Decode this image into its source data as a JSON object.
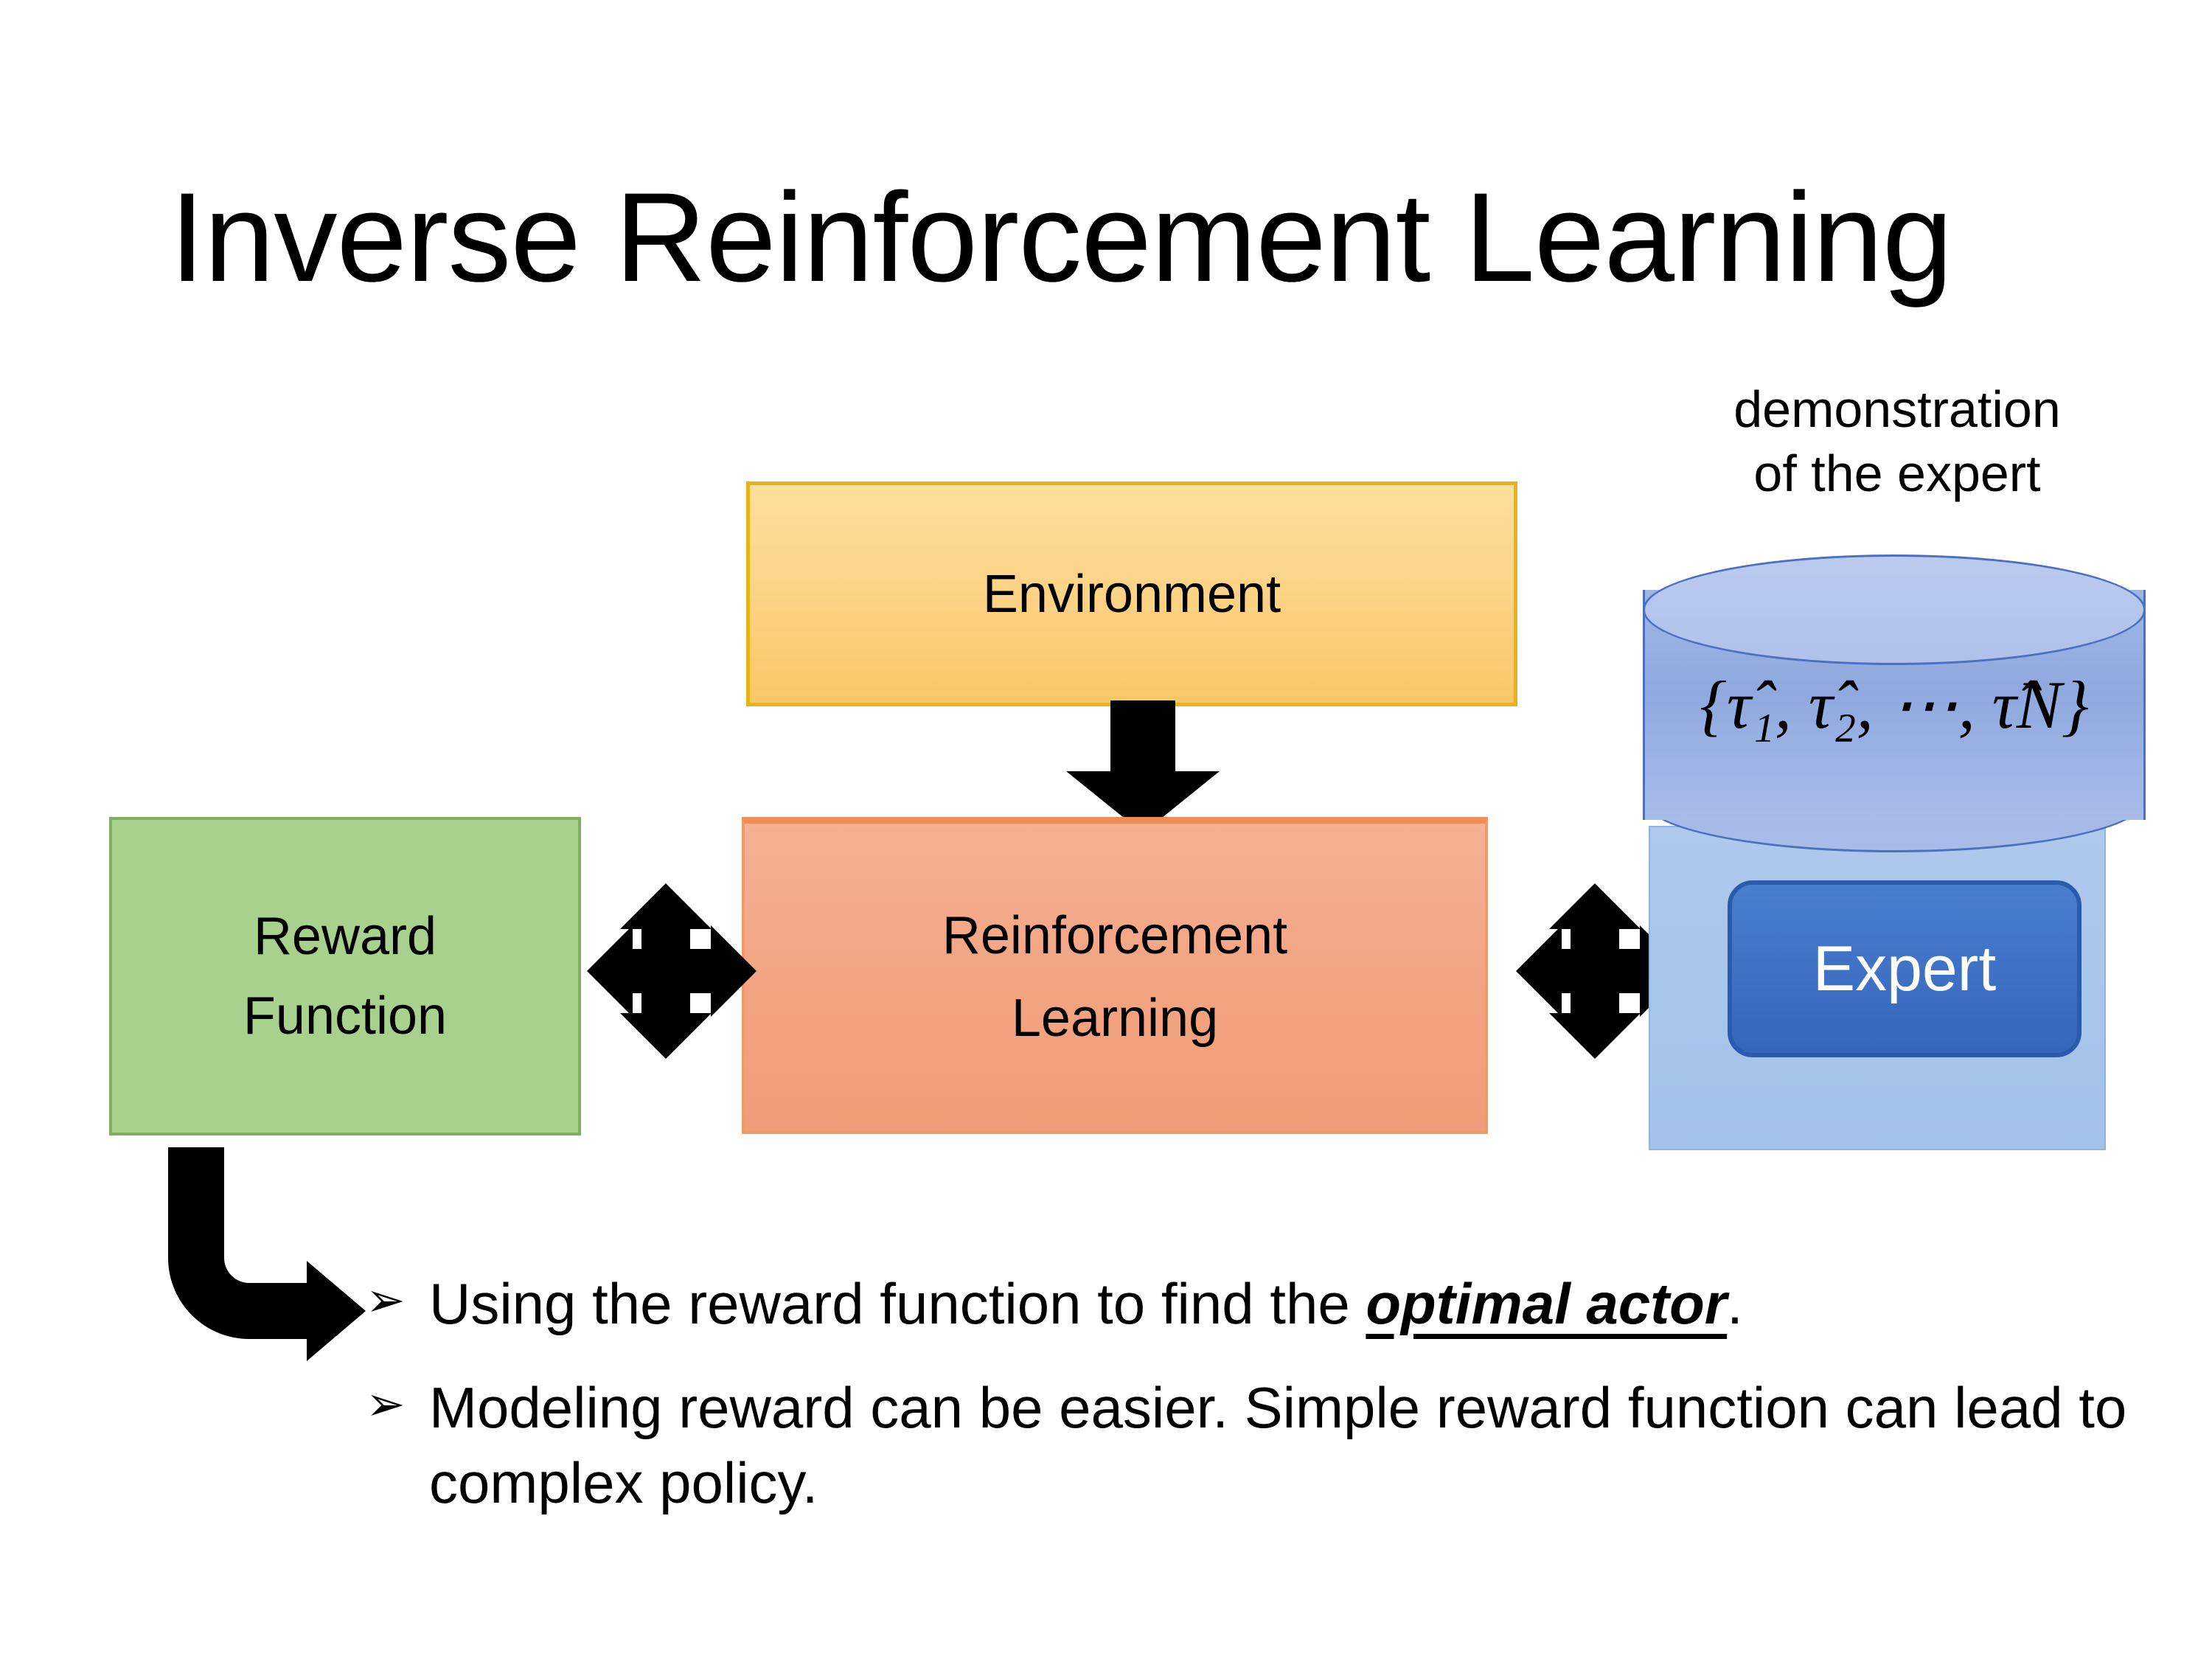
{
  "slide": {
    "title": "Inverse Reinforcement Learning",
    "background": "#FFFFFF"
  },
  "diagram": {
    "environment": {
      "label": "Environment",
      "fill": "#FBD283",
      "border": "#E8B317"
    },
    "reinforcement_learning": {
      "label_line1": "Reinforcement",
      "label_line2": "Learning",
      "fill": "#F3A583",
      "border": "#EE9A6A"
    },
    "reward_function": {
      "label_line1": "Reward",
      "label_line2": "Function",
      "fill": "#A9D18E",
      "border": "#7FAE62"
    },
    "expert": {
      "label": "Expert",
      "chip_fill": "#3D6FC4",
      "chip_text": "#FFFFFF",
      "panel_fill": "#A3C2EA"
    },
    "demonstration": {
      "caption_line1": "demonstration",
      "caption_line2": "of the expert",
      "set_notation": "{τ̂₁, τ̂₂, ⋯, τ̂N}",
      "cylinder_fill": "#8FA9DF",
      "cylinder_border": "#4D6FBF"
    },
    "arrows": {
      "environment_to_rl": "down-arrow",
      "reward_to_rl": "four-way-double-arrow",
      "rl_to_expert": "four-way-double-arrow",
      "reward_to_bullets": "bent-arrow-down-right",
      "color": "#000000"
    }
  },
  "bullets": [
    {
      "marker": "➢",
      "text_before": "Using the reward function to find the ",
      "emphasis": "optimal actor",
      "text_after": "."
    },
    {
      "marker": "➢",
      "text_before": "Modeling reward can be easier. Simple reward function can lead to complex policy.",
      "emphasis": "",
      "text_after": ""
    }
  ]
}
